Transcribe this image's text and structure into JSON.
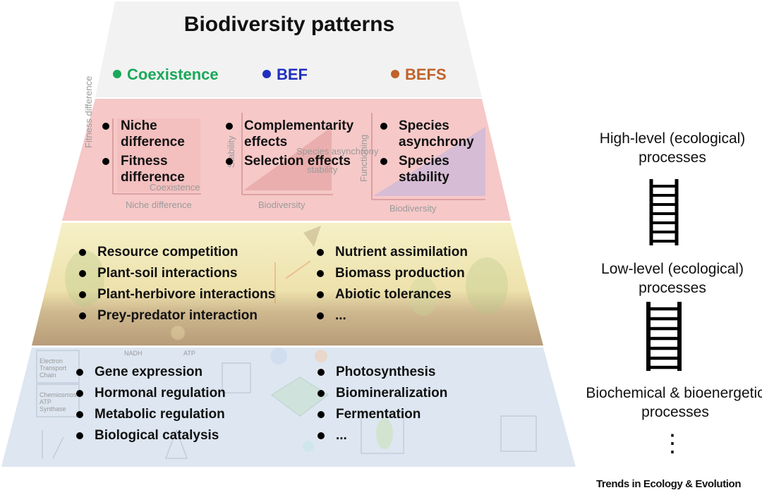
{
  "title": "Biodiversity patterns",
  "legend": [
    {
      "label": "Coexistence",
      "color": "#1aa85a"
    },
    {
      "label": "BEF",
      "color": "#1f2fc0"
    },
    {
      "label": "BEFS",
      "color": "#c0622a"
    }
  ],
  "tier_high": {
    "col1": [
      "Niche difference",
      "Fitness difference"
    ],
    "col2": [
      "Complementarity effects",
      "Selection effects"
    ],
    "col3": [
      "Species asynchrony",
      "Species stability"
    ],
    "mini_plots": [
      {
        "xlabel": "Niche difference",
        "ylabel": "Fitness difference",
        "inner": [
          "Coexistence"
        ]
      },
      {
        "xlabel": "Biodiversity",
        "ylabel": "Stability",
        "inner": [
          "Species asynchrony",
          "stability"
        ]
      },
      {
        "xlabel": "Biodiversity",
        "ylabel": "Functioning",
        "inner": []
      }
    ]
  },
  "tier_low": {
    "col1": [
      "Resource competition",
      "Plant-soil interactions",
      "Plant-herbivore interactions",
      "Prey-predator interaction"
    ],
    "col2": [
      "Nutrient assimilation",
      "Biomass production",
      "Abiotic tolerances",
      "..."
    ]
  },
  "tier_bio": {
    "col1": [
      "Gene expression",
      "Hormonal regulation",
      "Metabolic regulation",
      "Biological catalysis"
    ],
    "col2": [
      "Photosynthesis",
      "Biomineralization",
      "Fermentation",
      "..."
    ],
    "ghost_labels": [
      "Electron Transport Chain",
      "Chemiosmosis ATP Synthase",
      "NADH",
      "ATP"
    ]
  },
  "side_labels": {
    "high": "High-level (ecological) processes",
    "low": "Low-level (ecological) processes",
    "bio": "Biochemical & bioenergetic processes",
    "ellipsis": "⋮"
  },
  "ladder_icon": "ladder-icon",
  "source": "Trends in Ecology & Evolution"
}
